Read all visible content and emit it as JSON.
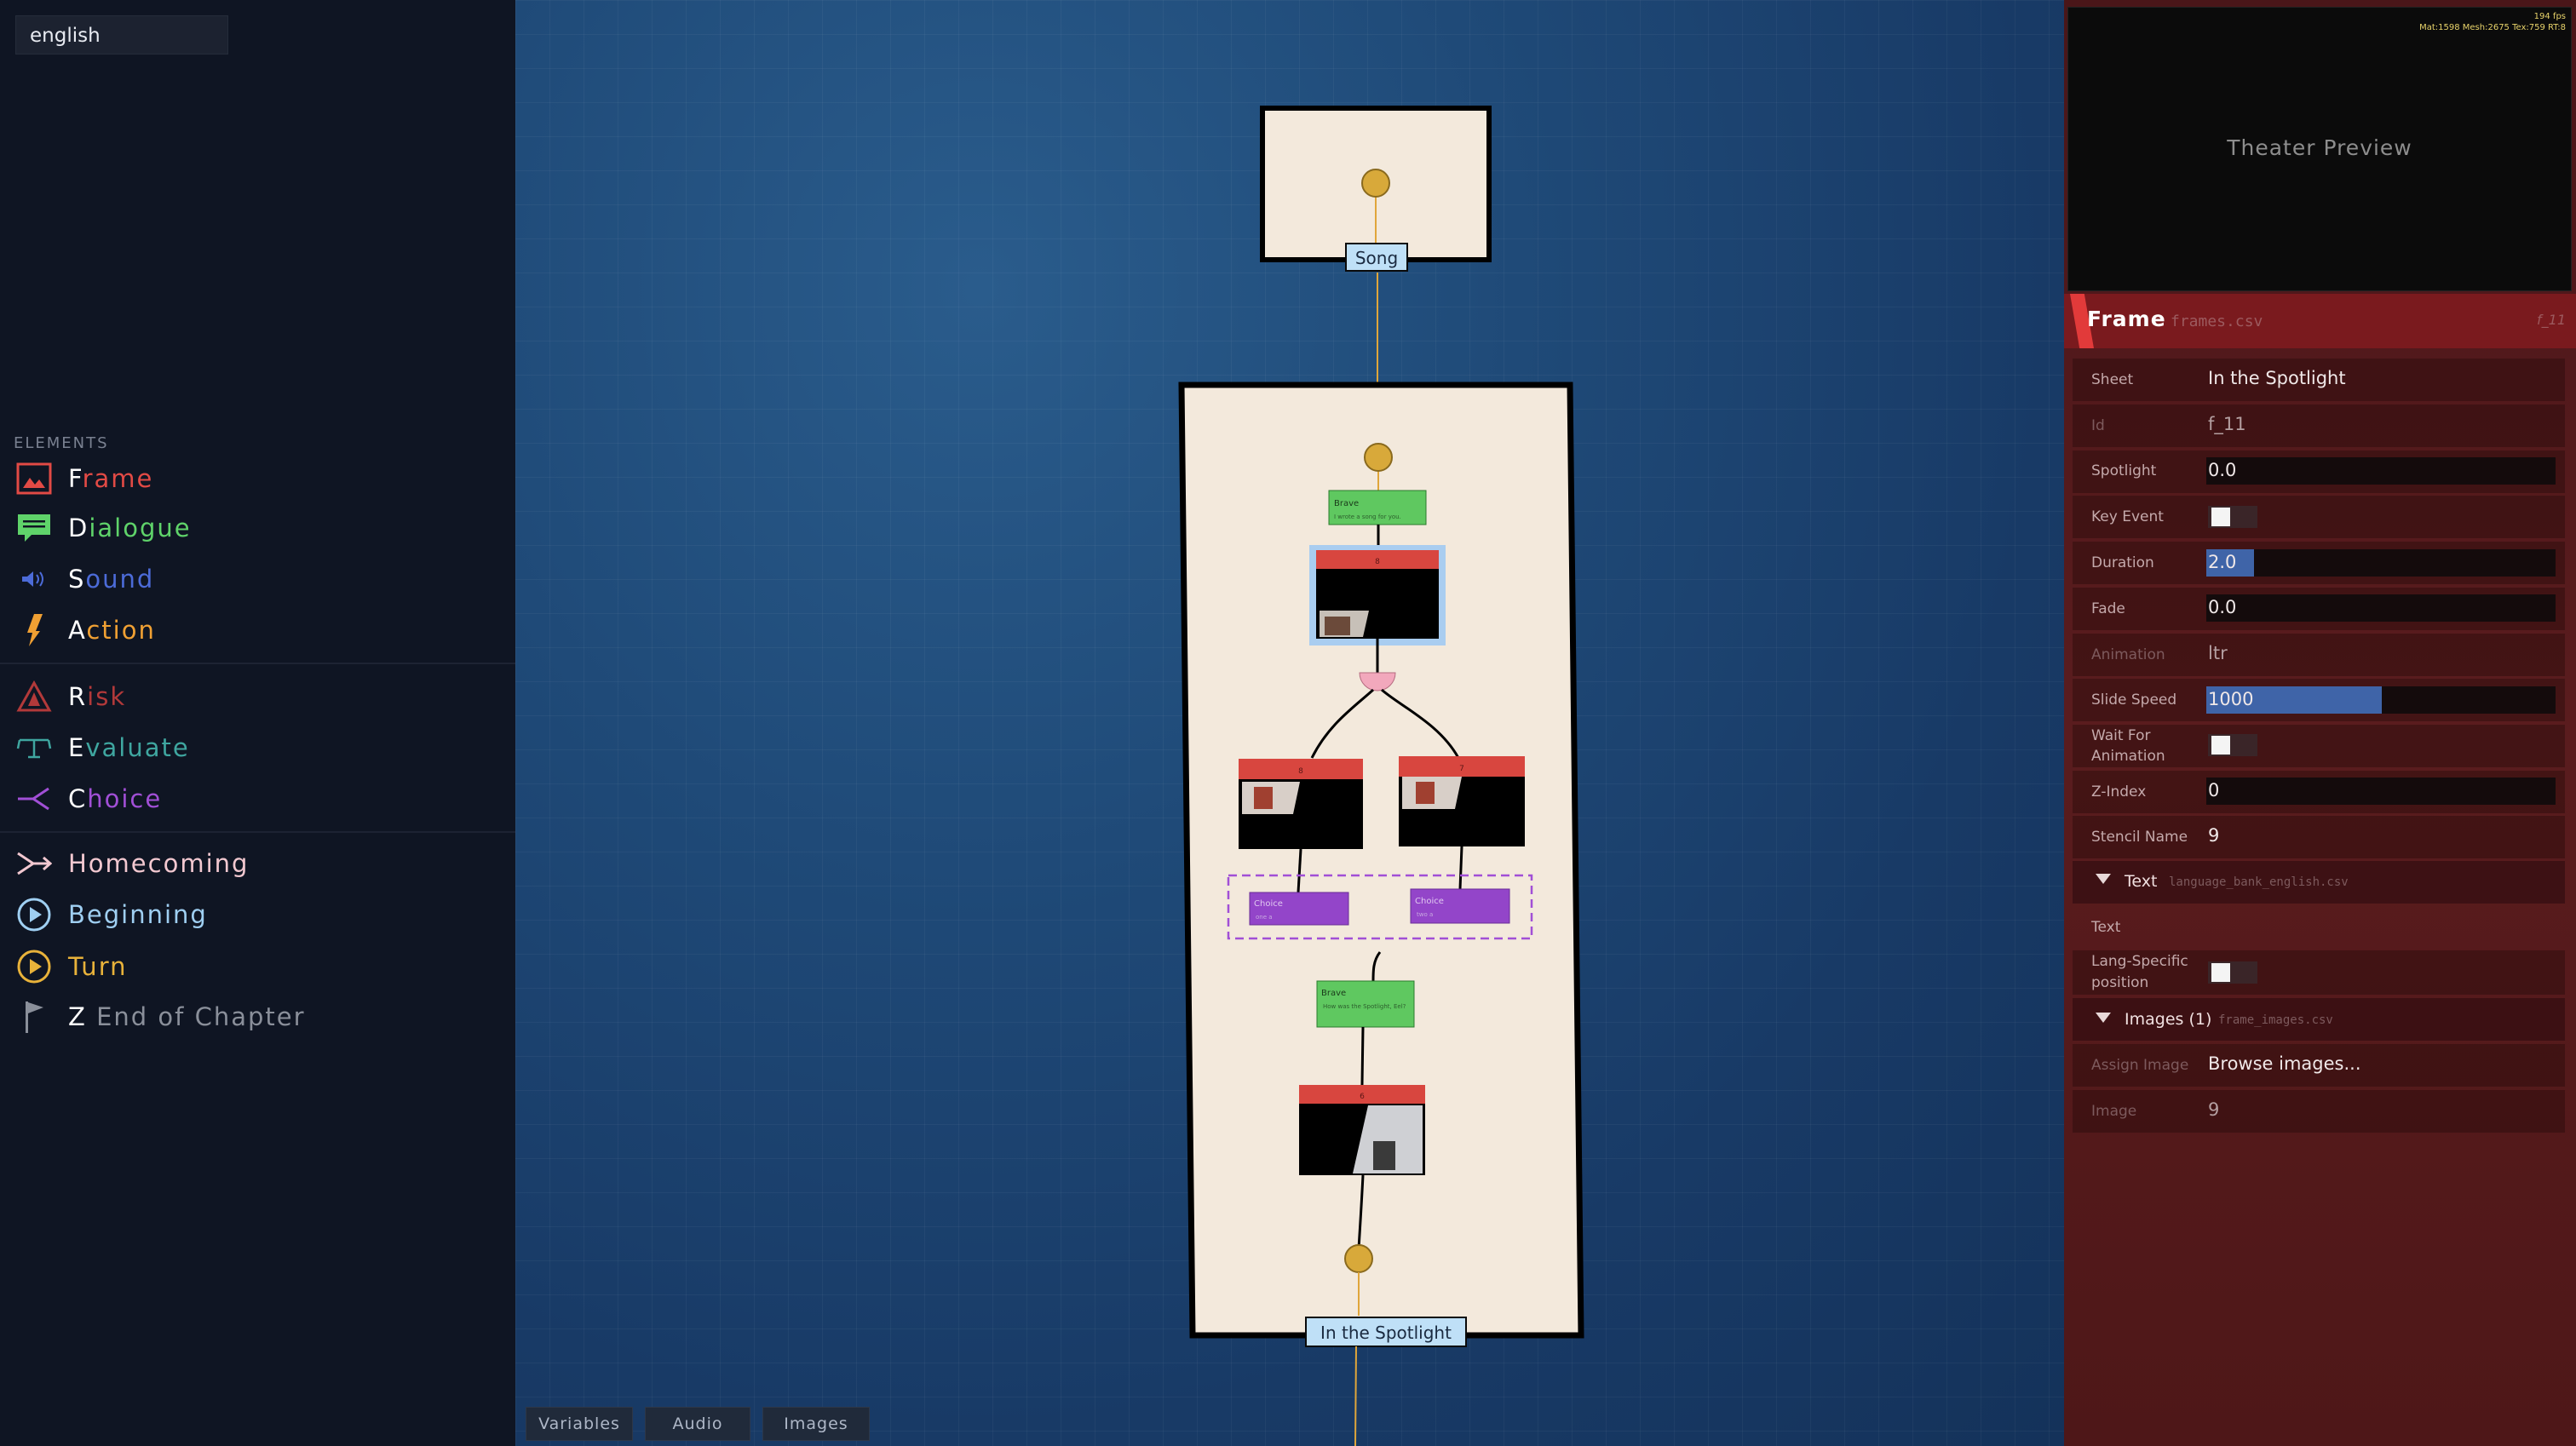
{
  "language": "english",
  "elements": {
    "title": "ELEMENTS",
    "items": [
      {
        "first": "F",
        "rest": "rame",
        "color": "#e24a45",
        "icon": "frame-icon"
      },
      {
        "first": "D",
        "rest": "ialogue",
        "color": "#5fd36a",
        "icon": "dialogue-icon"
      },
      {
        "first": "S",
        "rest": "ound",
        "color": "#4c6bd8",
        "icon": "sound-icon"
      },
      {
        "first": "A",
        "rest": "ction",
        "color": "#f0a033",
        "icon": "action-icon"
      },
      {
        "first": "R",
        "rest": "isk",
        "color": "#b2393a",
        "icon": "risk-icon"
      },
      {
        "first": "E",
        "rest": "valuate",
        "color": "#3fa6a0",
        "icon": "evaluate-icon"
      },
      {
        "first": "C",
        "rest": "hoice",
        "color": "#a14fd6",
        "icon": "choice-icon"
      },
      {
        "first": "",
        "rest": "Homecoming",
        "color": "#f2c8d0",
        "icon": "homecoming-icon"
      },
      {
        "first": "",
        "rest": "Beginning",
        "color": "#9fcff2",
        "icon": "beginning-icon"
      },
      {
        "first": "",
        "rest": "Turn",
        "color": "#e8b23a",
        "icon": "turn-icon"
      },
      {
        "first": "Z ",
        "rest": "End of Chapter",
        "color": "#8a8f9a",
        "icon": "flag-icon"
      }
    ]
  },
  "canvas": {
    "song_label": "Song",
    "spotlight_label": "In the Spotlight",
    "dialogue1": {
      "title": "Brave",
      "text": "I wrote a song for you."
    },
    "dialogue2": {
      "title": "Brave",
      "text": "How was the Spotlight, Eel?"
    },
    "frames": [
      "8",
      "8",
      "7",
      "6"
    ],
    "choices": [
      {
        "title": "Choice",
        "text": "one a"
      },
      {
        "title": "Choice",
        "text": "two a"
      }
    ]
  },
  "bottom_tabs": [
    "Variables",
    "Audio",
    "Images"
  ],
  "preview": {
    "label": "Theater Preview",
    "fps_line1": "194 fps",
    "fps_line2": "Mat:1598 Mesh:2675 Tex:759 RT:8"
  },
  "inspector": {
    "title": "Frame",
    "file": "frames.csv",
    "id_corner": "f_11",
    "rows": {
      "sheet": {
        "label": "Sheet",
        "value": "In the Spotlight"
      },
      "id": {
        "label": "Id",
        "value": "f_11"
      },
      "spotlight": {
        "label": "Spotlight",
        "value": "0.0"
      },
      "key_event": {
        "label": "Key Event"
      },
      "duration": {
        "label": "Duration",
        "value": "2.0"
      },
      "fade": {
        "label": "Fade",
        "value": "0.0"
      },
      "animation": {
        "label": "Animation",
        "value": "ltr"
      },
      "slide_speed": {
        "label": "Slide Speed",
        "value": "1000"
      },
      "wait_for_animation": {
        "label": "Wait For\nAnimation"
      },
      "z_index": {
        "label": "Z-Index",
        "value": "0"
      },
      "stencil_name": {
        "label": "Stencil Name",
        "value": "9"
      }
    },
    "text_section": {
      "title": "Text",
      "file": "language_bank_english.csv",
      "text_label": "Text",
      "lang_specific_label": "Lang-Specific\nposition"
    },
    "images_section": {
      "title": "Images (1)",
      "file": "frame_images.csv",
      "assign_label": "Assign Image",
      "assign_value": "Browse images...",
      "image_label": "Image",
      "image_value": "9"
    }
  }
}
